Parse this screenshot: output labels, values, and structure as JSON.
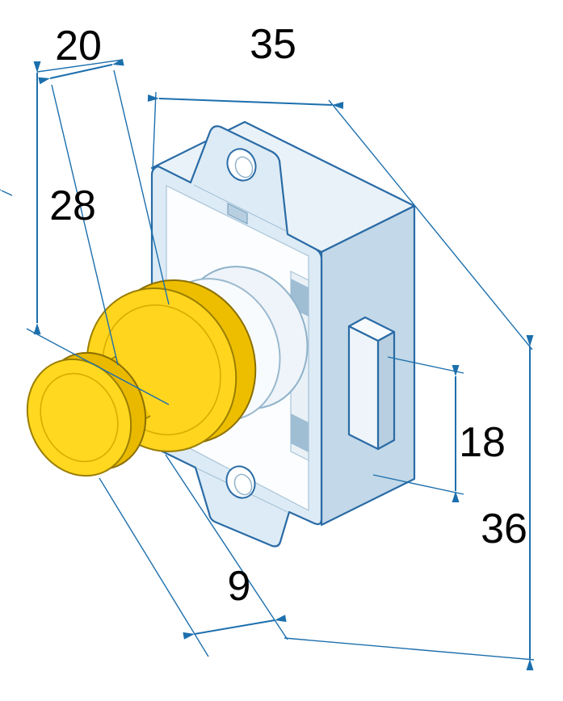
{
  "drawing": {
    "dimensions": {
      "top_left": {
        "value": "20"
      },
      "top": {
        "value": "35"
      },
      "left": {
        "value": "28"
      },
      "right_inner": {
        "value": "18"
      },
      "right_outer": {
        "value": "36"
      },
      "bottom": {
        "value": "9"
      }
    }
  },
  "colors": {
    "dimension_line": "#1C6FAD",
    "label_text": "#000000",
    "body_outline": "#2A6BA6",
    "body_fill": "#DCEBF5",
    "body_side": "#C3D8E8",
    "face_fill": "#FBFDFE",
    "knob_yellow": "#FFD51E",
    "knob_shadow": "#EDBE00",
    "background": "#FFFFFF"
  }
}
